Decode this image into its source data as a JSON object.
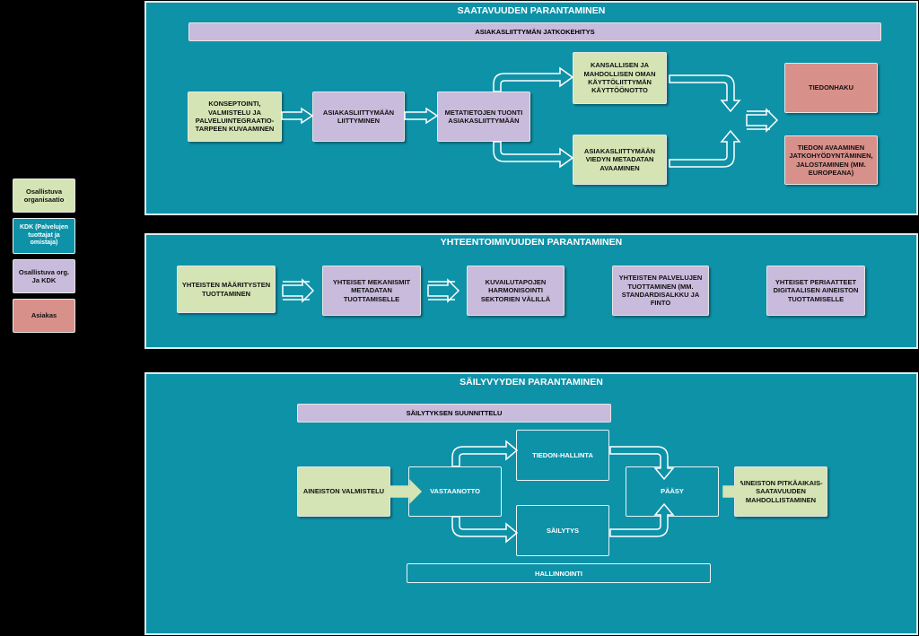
{
  "legend": {
    "items": [
      {
        "label": "Osallistuva organisaatio",
        "type": "green"
      },
      {
        "label": "KDK (Palvelujen tuottajat ja omistaja)",
        "type": "teal"
      },
      {
        "label": "Osallistuva org. Ja KDK",
        "type": "purple"
      },
      {
        "label": "Asiakas",
        "type": "red"
      }
    ]
  },
  "saatavuus": {
    "title": "SAATAVUUDEN PARANTAMINEN",
    "bar": "ASIAKASLIITTYMÄN JATKOKEHITYS",
    "boxes": {
      "konseptointi": "KONSEPTOINTI, VALMISTELU JA PALVELUINTEGRAATIO-TARPEEN KUVAAMINEN",
      "liittyminen": "ASIAKASLIITTYMÄÄN LIITTYMINEN",
      "metatiedot": "METATIETOJEN TUONTI ASIAKASLIITTYMÄÄN",
      "kansallinen": "KANSALLISEN JA MAHDOLLISEN OMAN KÄYTTÖLIITTYMÄN KÄYTTÖÖNOTTO",
      "viedyn": "ASIAKASLIITTYMÄÄN VIEDYN METADATAN AVAAMINEN",
      "tiedonhaku": "TIEDONHAKU",
      "avaaminen": "TIEDON AVAAMINEN JATKOHYÖDYNTÄMINEN, JALOSTAMINEN (MM. EUROPEANA)"
    }
  },
  "yhteentoimivuus": {
    "title": "YHTEENTOIMIVUUDEN PARANTAMINEN",
    "boxes": {
      "maaritysten": "YHTEISTEN MÄÄRITYSTEN TUOTTAMINEN",
      "mekanismit": "YHTEISET MEKANISMIT METADATAN TUOTTAMISELLE",
      "kuvailutapojen": "KUVAILUTAPOJEN HARMONISOINTI SEKTORIEN VÄLILLÄ",
      "palvelujen": "YHTEISTEN PALVELUJEN TUOTTAMINEN (MM. STANDARDISALKKU JA FINTO",
      "periaatteet": "YHTEISET PERIAATTEET DIGITAALISEN AINEISTON TUOTTAMISELLE"
    }
  },
  "sailyvyys": {
    "title": "SÄILYVYYDEN PARANTAMINEN",
    "bar": "SÄILYTYKSEN SUUNNITTELU",
    "bottom_bar": "HALLINNOINTI",
    "boxes": {
      "valmistelu": "AINEISTON VALMISTELU",
      "vastaanotto": "VASTAANOTTO",
      "tiedonhallinta": "TIEDON-HALLINTA",
      "sailytys": "SÄILYTYS",
      "paasy": "PÄÄSY",
      "pitkaaikais": "AINEISTON PITKÄAIKAIS-SAATAVUUDEN MAHDOLLISTAMINEN"
    }
  }
}
